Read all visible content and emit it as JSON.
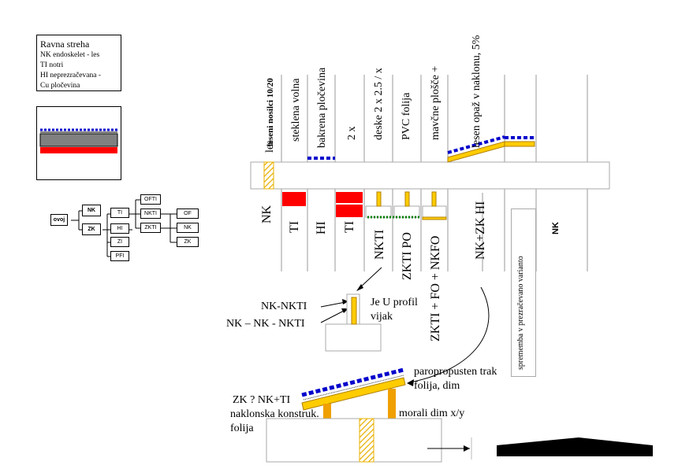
{
  "legend": {
    "title": "Ravna streha",
    "lines": [
      "NK endoskelet - les",
      "TI notri",
      "HI neprezračevana -",
      "Cu pločevina"
    ]
  },
  "flow": {
    "ovoj": "ovoj",
    "nk": "NK",
    "zk": "ZK",
    "ti": "TI",
    "hi": "HI",
    "zi": "ZI",
    "pfi": "PFI",
    "ofti": "OFTI",
    "nkti": "NKTI",
    "zkti": "ZKTI",
    "of": "OF",
    "nk2": "NK",
    "zk2": "ZK"
  },
  "columns_top": [
    "les",
    "leseni nosilci 10/20",
    "steklena volna",
    "bakrena pločevina",
    "2 x",
    "deske 2 x 2.5 / x",
    "PVC folija",
    "mavčne plošče +",
    "lesen opaž v naklonu, 5%"
  ],
  "columns_bottom": [
    "NK",
    "TI",
    "HI",
    "TI",
    "NKTI",
    "ZKTI PO",
    "ZKTI + FO + NKFO",
    "NK+ZK HI",
    "sprememba v prezračevano varianto",
    "NK"
  ],
  "detail": {
    "nk_nkti": "NK-NKTI",
    "nk_nk_nkti": "NK – NK - NKTI",
    "profil": "Je U profil",
    "vijak": "vijak"
  },
  "roof": {
    "zk": "ZK ? NK+TI",
    "konstruk": "naklonska konstruk.",
    "folija": "folija",
    "trak": "paropropusten trak",
    "folija_dim": "folija, dim",
    "morali": "morali dim x/y"
  },
  "colors": {
    "red": "#ff0000",
    "blue": "#0000cc",
    "yellow": "#ffcc00",
    "orange": "#f0a000",
    "green": "#008000",
    "gray": "#808080"
  }
}
